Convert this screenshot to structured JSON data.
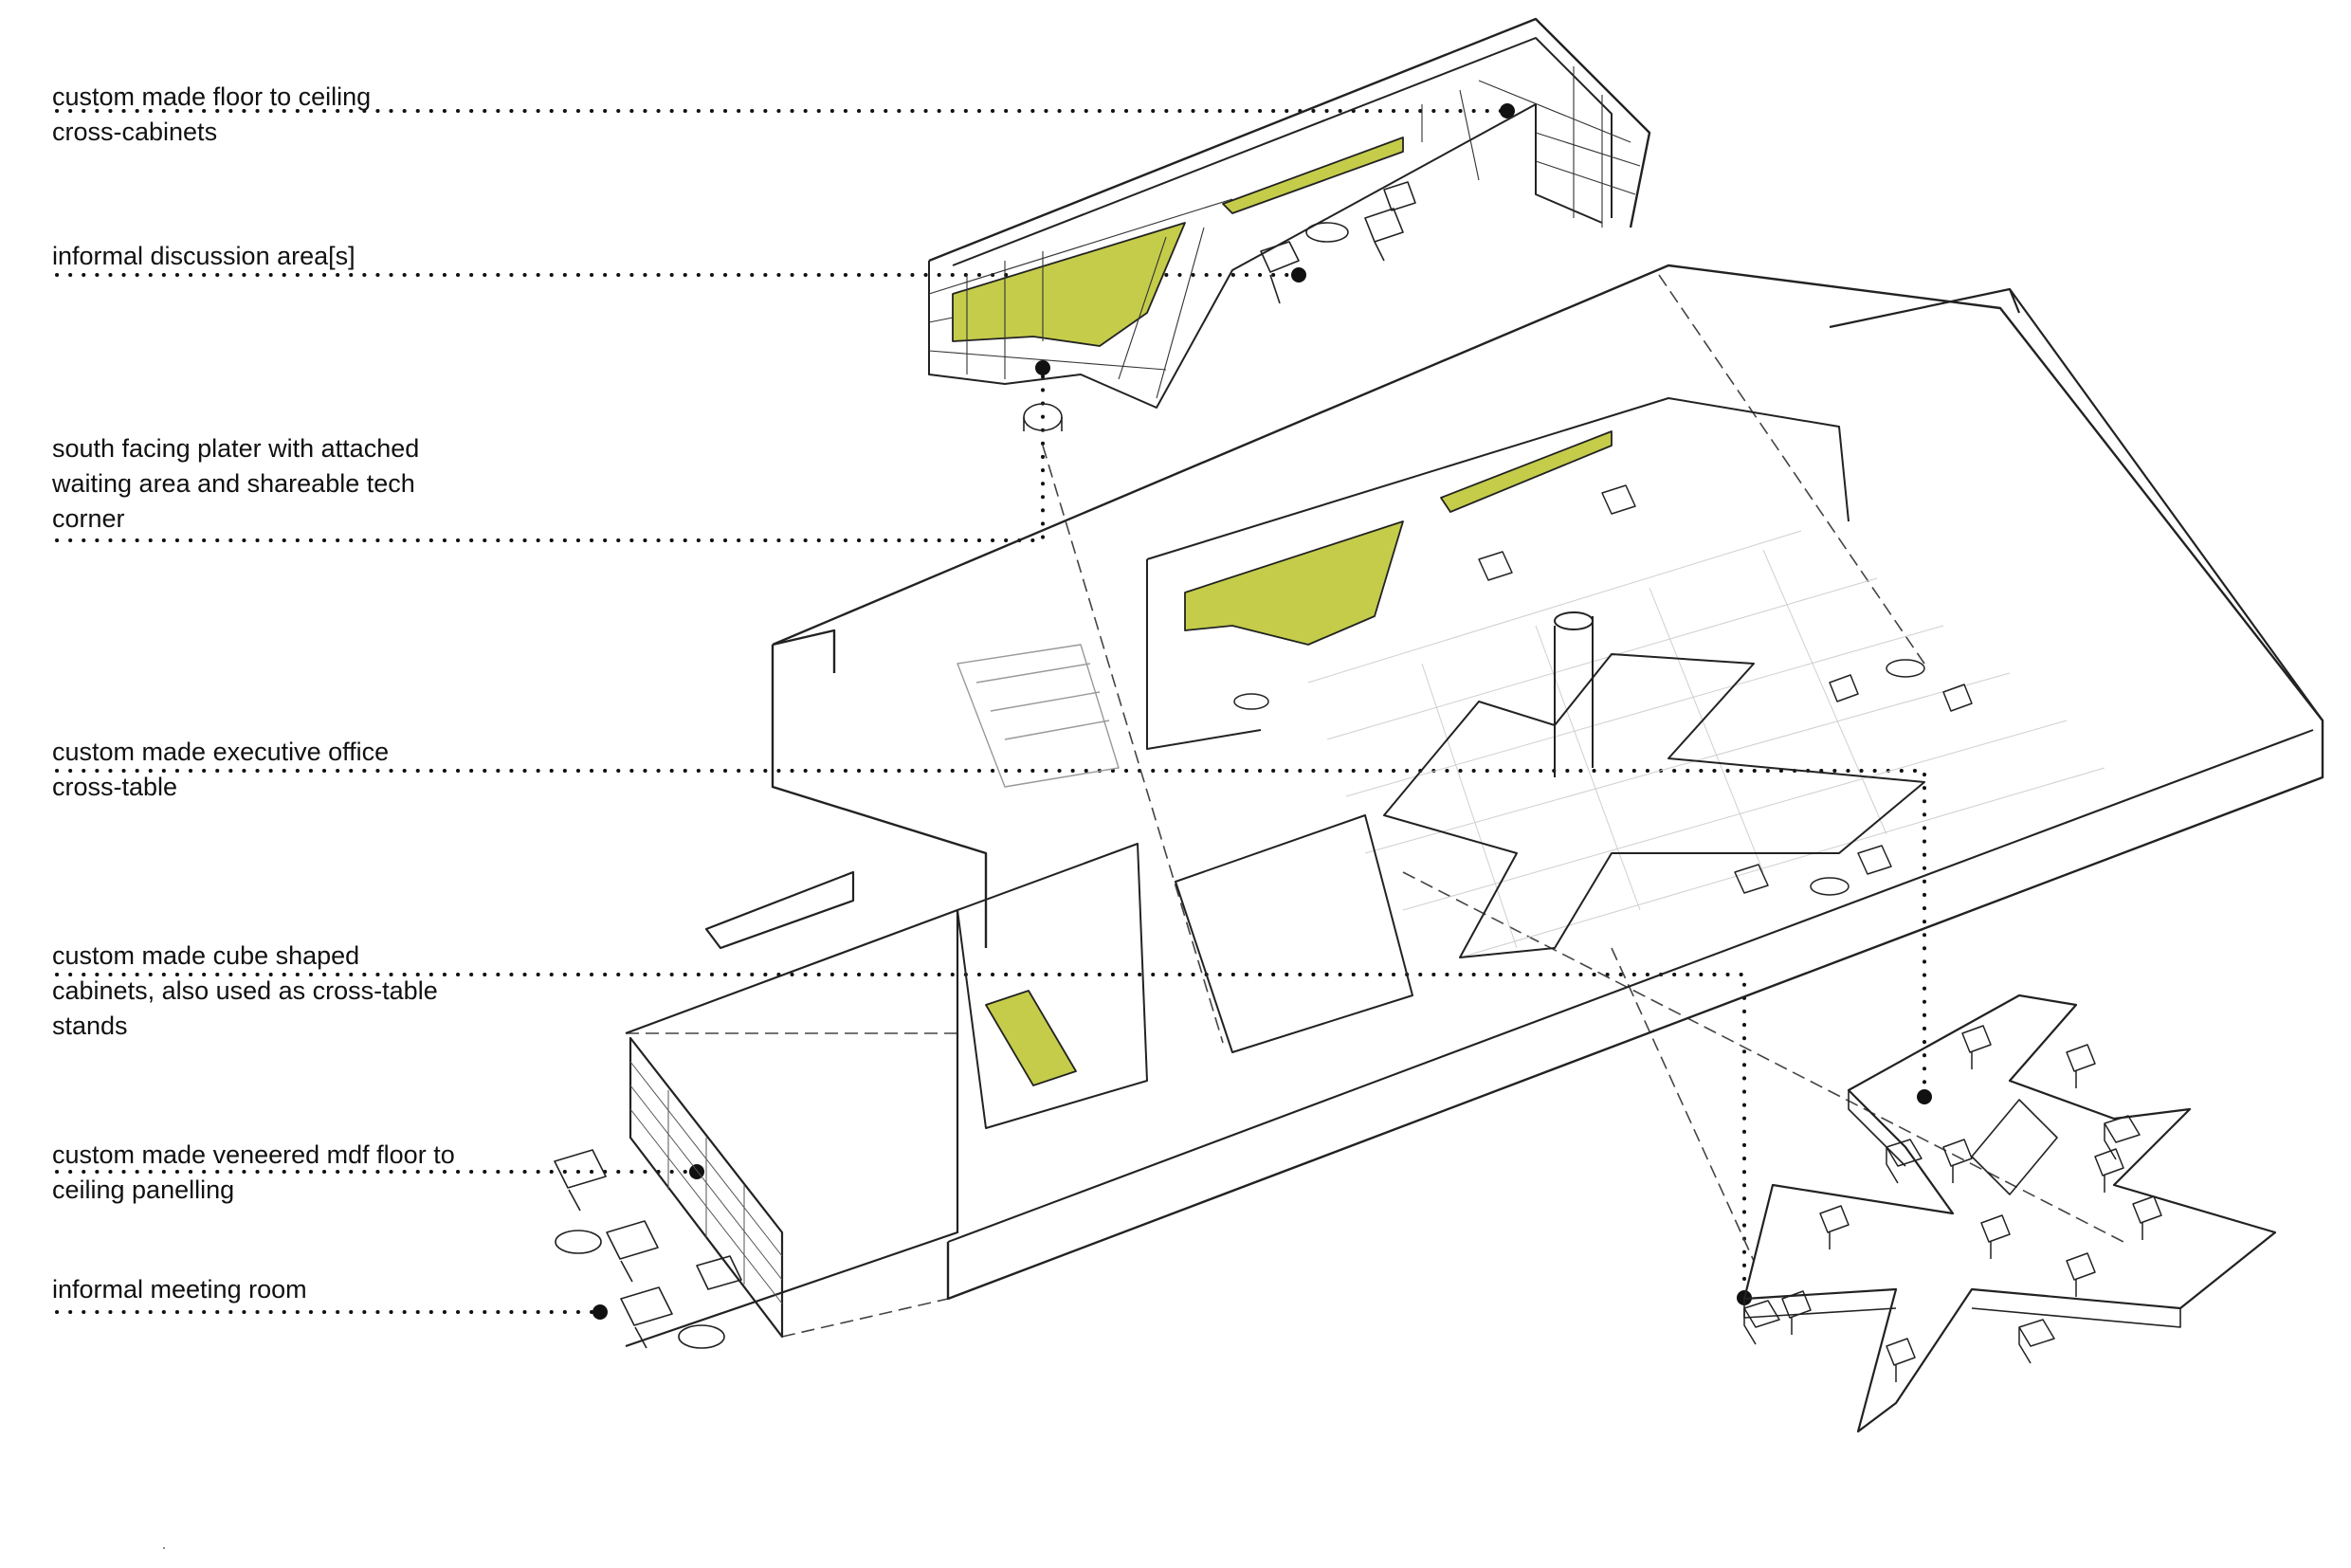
{
  "colors": {
    "line": "#222222",
    "faint": "#bdbdbd",
    "accent": "#c4cc4a",
    "background": "#ffffff"
  },
  "annotations": [
    {
      "id": "cabinets",
      "lines": [
        "custom made floor to ceiling",
        "cross-cabinets"
      ]
    },
    {
      "id": "discussion",
      "lines": [
        "informal discussion area[s]"
      ]
    },
    {
      "id": "south",
      "lines": [
        "south facing plater with attached",
        "waiting area and shareable tech",
        "corner"
      ]
    },
    {
      "id": "executive",
      "lines": [
        "custom made executive office",
        "cross-table"
      ]
    },
    {
      "id": "cube",
      "lines": [
        "custom made cube shaped",
        "cabinets, also used as cross-table",
        "stands"
      ]
    },
    {
      "id": "panelling",
      "lines": [
        "custom made veneered mdf floor to",
        "ceiling panelling"
      ]
    },
    {
      "id": "meeting",
      "lines": [
        "informal meeting room"
      ]
    }
  ]
}
